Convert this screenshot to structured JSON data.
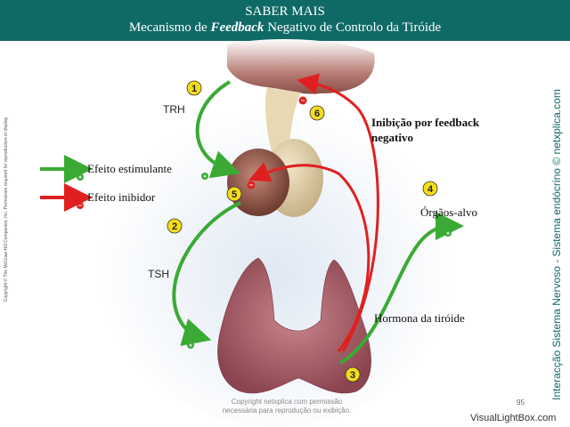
{
  "header": {
    "title": "SABER MAIS",
    "subtitle_prefix": "Mecanismo de ",
    "subtitle_emph": "Feedback",
    "subtitle_suffix": " Negativo de Controlo da Tiróide",
    "background": "#0f6a66"
  },
  "legend": {
    "stimulating": "Efeito estimulante",
    "inhibiting": "Efeito inibidor"
  },
  "labels": {
    "trh": "TRH",
    "tsh": "TSH",
    "targets": "Órgãos-alvo",
    "thyroid_hormone": "Hormona da tiróide",
    "inhibition_line1": "Inibição por feedback",
    "inhibition_line2": "negativo"
  },
  "steps": [
    "1",
    "2",
    "3",
    "4",
    "5",
    "6"
  ],
  "side_text": "Interacção Sistema Nervoso - Sistema endócrino © netxplica.com",
  "copyright_left": "Copyright © The McGraw-Hill Companies, Inc. Permission required for reproduction or display.",
  "watermark_line1": "Copyright netxplica com permissão",
  "watermark_line2": "necessária para reprodução ou exibição.",
  "page_number": "95",
  "visuallightbox": "VisualLightBox.com",
  "colors": {
    "stimulating": "#3aaa35",
    "inhibiting": "#e02020",
    "step_badge": "#f4dc1a",
    "accent": "#0f6a66"
  }
}
